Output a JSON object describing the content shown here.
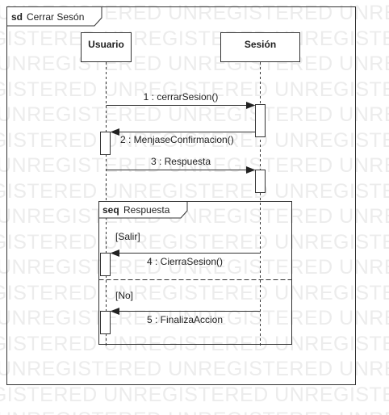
{
  "watermark": "UNREGISTERED",
  "frame": {
    "keyword": "sd",
    "name": "Cerrar Sesón"
  },
  "lifelines": [
    {
      "label": "Usuario"
    },
    {
      "label": "Sesión"
    }
  ],
  "messages": [
    {
      "label": "1 : cerrarSesion()"
    },
    {
      "label": "2 : MenjaseConfirmacion()"
    },
    {
      "label": "3 : Respuesta"
    },
    {
      "label": "4 : CierraSesion()"
    },
    {
      "label": "5 : FinalizaAccion"
    }
  ],
  "fragment": {
    "keyword": "seq",
    "name": "Respuesta",
    "operands": [
      {
        "guard": "[Salir]"
      },
      {
        "guard": "[No]"
      }
    ]
  },
  "colors": {
    "line": "#333333",
    "watermark": "#ececec",
    "fill": "#ffffff"
  }
}
